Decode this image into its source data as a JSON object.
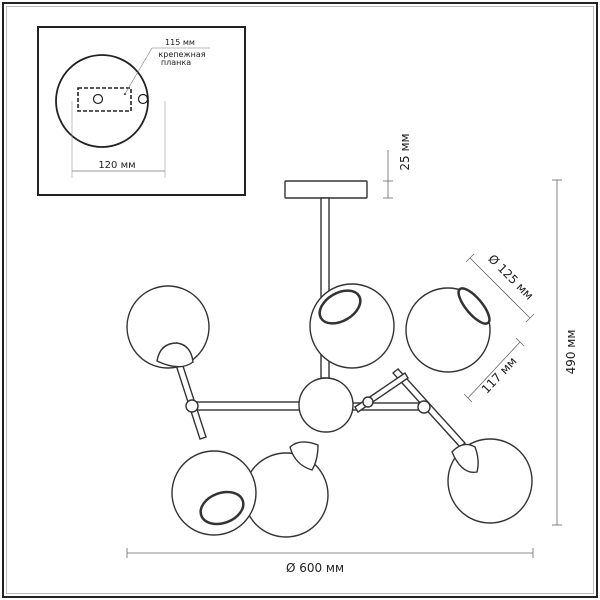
{
  "inset": {
    "plate_length": "115 мм",
    "plate_label_line1": "крепежная",
    "plate_label_line2": "планка",
    "canopy_diameter": "120 мм"
  },
  "dimensions": {
    "canopy_height": "25 мм",
    "total_height": "490 мм",
    "shade_diameter": "Ø 125 мм",
    "shade_height": "117 мм",
    "total_diameter": "Ø 600 мм"
  }
}
